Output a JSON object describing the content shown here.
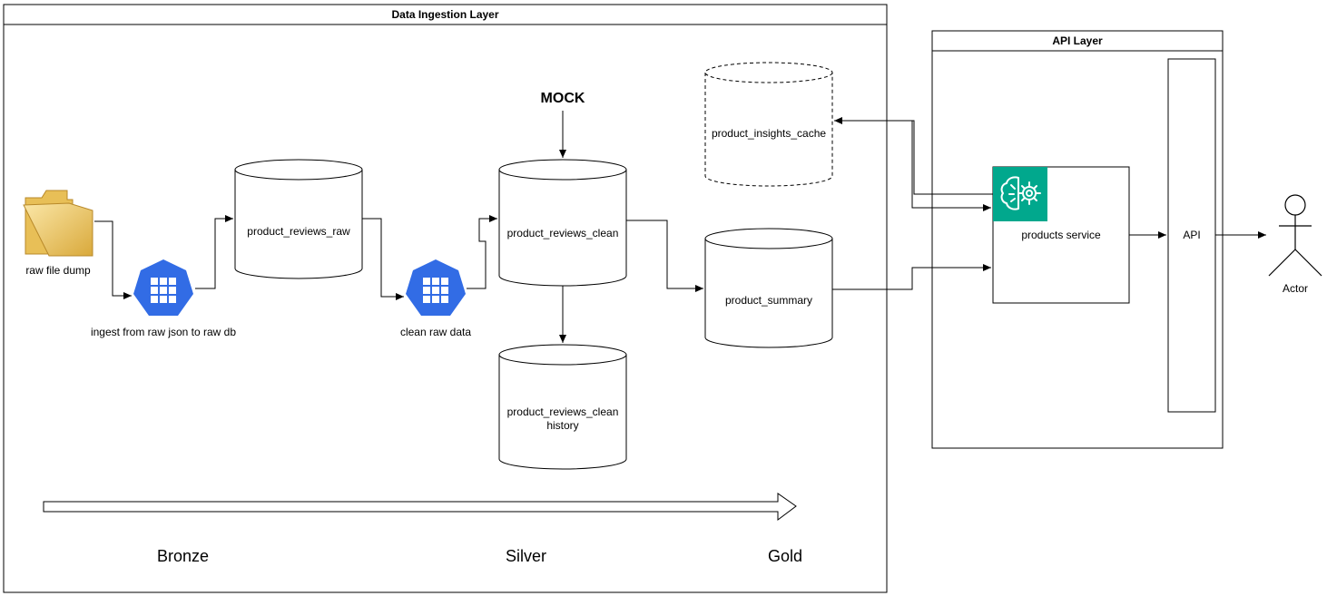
{
  "layers": {
    "ingestion": {
      "title": "Data Ingestion Layer"
    },
    "api": {
      "title": "API Layer"
    }
  },
  "nodes": {
    "raw_file": {
      "label": "raw file dump",
      "icon": "folder-icon"
    },
    "ingest_job": {
      "label": "ingest from raw json to raw db",
      "icon": "kubernetes-job-icon"
    },
    "reviews_raw": {
      "label": "product_reviews_raw"
    },
    "clean_job": {
      "label": "clean raw data",
      "icon": "kubernetes-job-icon"
    },
    "mock": {
      "label": "MOCK"
    },
    "reviews_clean": {
      "label": "product_reviews_clean"
    },
    "reviews_clean_history": {
      "label": "product_reviews_clean history"
    },
    "insights_cache": {
      "label": "product_insights_cache"
    },
    "summary": {
      "label": "product_summary"
    },
    "products_service": {
      "label": "products service",
      "icon": "ai-brain-gear-icon"
    },
    "api": {
      "label": "API"
    },
    "actor": {
      "label": "Actor",
      "icon": "actor-icon"
    }
  },
  "tiers": [
    "Bronze",
    "Silver",
    "Gold"
  ],
  "colors": {
    "k8s": "#326ce5",
    "service_icon": "#01a88d",
    "folder": "#f3d27a"
  }
}
